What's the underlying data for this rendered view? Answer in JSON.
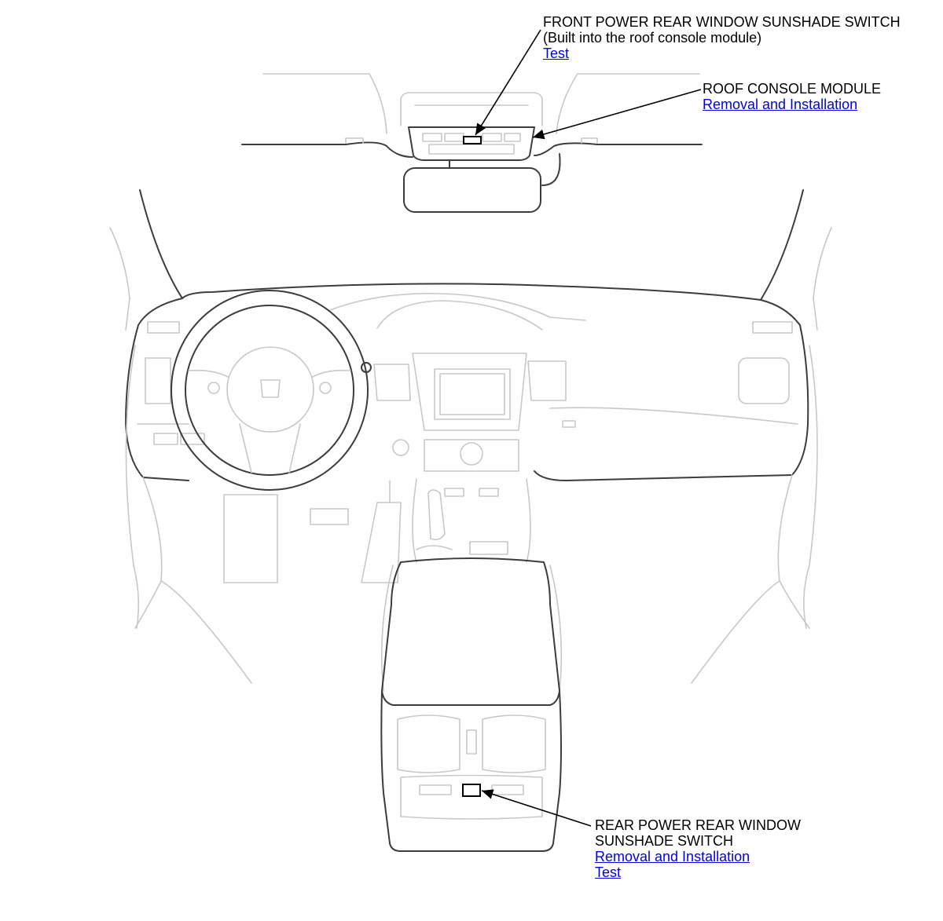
{
  "callouts": {
    "front_switch": {
      "title": "FRONT POWER REAR WINDOW SUNSHADE SWITCH",
      "subtitle": "(Built into the roof console module)",
      "links": [
        "Test"
      ]
    },
    "roof_console": {
      "title": "ROOF CONSOLE MODULE",
      "links": [
        "Removal and Installation"
      ]
    },
    "rear_switch": {
      "title_line1": "REAR POWER REAR WINDOW",
      "title_line2": "SUNSHADE SWITCH",
      "links": [
        "Removal and Installation",
        "Test"
      ]
    }
  },
  "colors": {
    "link": "#0000ee",
    "outline_light": "#c8c8c8",
    "outline_dark": "#3c3c3c",
    "leader": "#000000"
  }
}
